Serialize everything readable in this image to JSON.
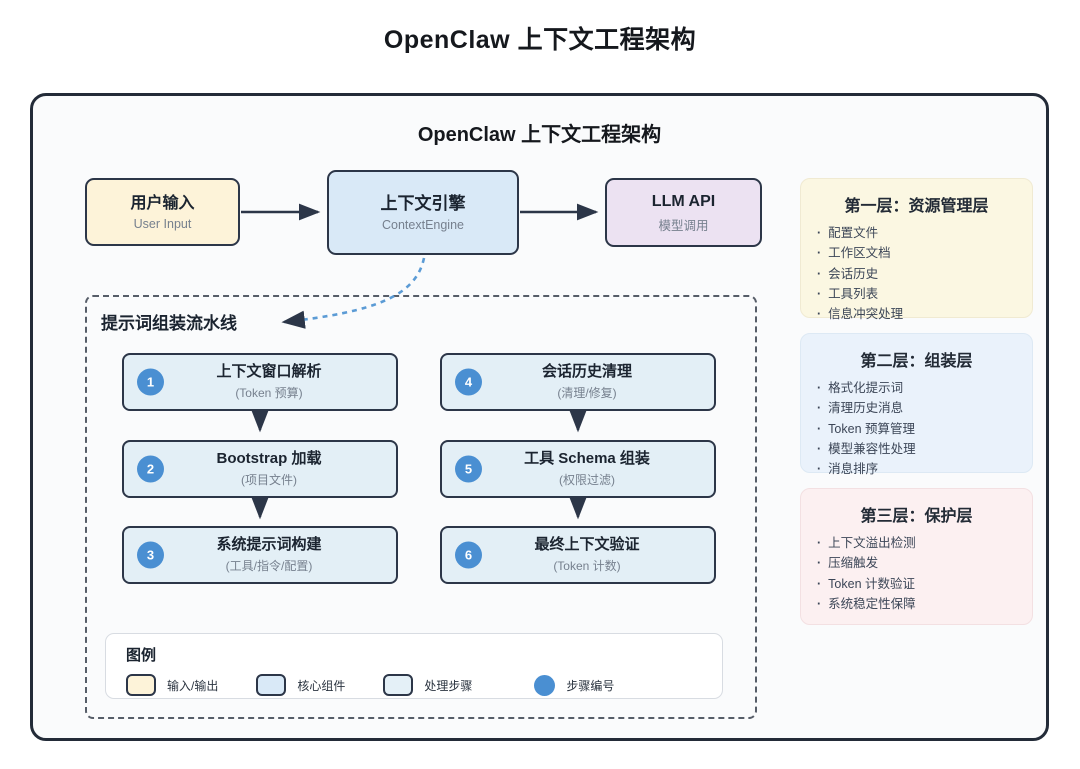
{
  "page_title": "OpenClaw 上下文工程架构",
  "diagram": {
    "title": "OpenClaw 上下文工程架构",
    "flow": {
      "user_input": {
        "title": "用户输入",
        "subtitle": "User Input"
      },
      "context_engine": {
        "title": "上下文引擎",
        "subtitle": "ContextEngine"
      },
      "llm_api": {
        "title": "LLM API",
        "subtitle": "模型调用"
      }
    },
    "pipeline": {
      "label": "提示词组装流水线",
      "steps": [
        {
          "num": "1",
          "title": "上下文窗口解析",
          "subtitle": "(Token 预算)"
        },
        {
          "num": "2",
          "title": "Bootstrap 加载",
          "subtitle": "(项目文件)"
        },
        {
          "num": "3",
          "title": "系统提示词构建",
          "subtitle": "(工具/指令/配置)"
        },
        {
          "num": "4",
          "title": "会话历史清理",
          "subtitle": "(清理/修复)"
        },
        {
          "num": "5",
          "title": "工具 Schema 组装",
          "subtitle": "(权限过滤)"
        },
        {
          "num": "6",
          "title": "最终上下文验证",
          "subtitle": "(Token 计数)"
        }
      ]
    },
    "legend": {
      "title": "图例",
      "items": [
        {
          "label": "输入/输出"
        },
        {
          "label": "核心组件"
        },
        {
          "label": "处理步骤"
        },
        {
          "label": "步骤编号"
        }
      ]
    },
    "layers": [
      {
        "title": "第一层：资源管理层",
        "items": [
          "配置文件",
          "工作区文档",
          "会话历史",
          "工具列表",
          "信息冲突处理"
        ]
      },
      {
        "title": "第二层：组装层",
        "items": [
          "格式化提示词",
          "清理历史消息",
          "Token 预算管理",
          "模型兼容性处理",
          "消息排序"
        ]
      },
      {
        "title": "第三层：保护层",
        "items": [
          "上下文溢出检测",
          "压缩触发",
          "Token 计数验证",
          "系统稳定性保障"
        ]
      }
    ],
    "colors": {
      "input_output_fill": "#fdf3d9",
      "core_component_fill": "#d9e9f7",
      "llm_fill": "#ece2f2",
      "process_step_fill": "#e3eff6",
      "step_number_fill": "#4a8fd2",
      "layer1_fill": "#fbf7e2",
      "layer2_fill": "#eaf2fb",
      "layer3_fill": "#fcf0f1",
      "arrow": "#2c3648",
      "dashed_arrow": "#5b9bd5"
    }
  }
}
